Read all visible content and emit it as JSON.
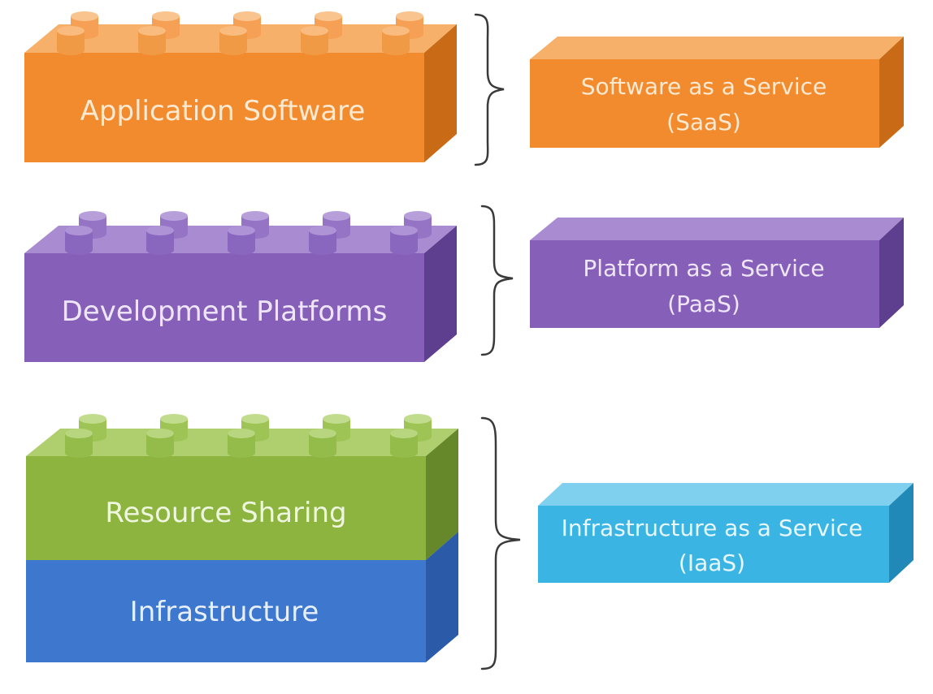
{
  "left_blocks": [
    {
      "label": "Application Software",
      "color": "#F28A2E"
    },
    {
      "label": "Development Platforms",
      "color": "#8660B8"
    },
    {
      "label": "Resource Sharing",
      "color": "#8DB43F"
    },
    {
      "label": "Infrastructure",
      "color": "#3E78CE"
    }
  ],
  "service_blocks": [
    {
      "line1": "Software as a Service",
      "line2": "(SaaS)",
      "color": "#F28A2E"
    },
    {
      "line1": "Platform as a Service",
      "line2": "(PaaS)",
      "color": "#8660B8"
    },
    {
      "line1": "Infrastructure as a Service",
      "line2": "(IaaS)",
      "color": "#3AB5E3"
    }
  ]
}
